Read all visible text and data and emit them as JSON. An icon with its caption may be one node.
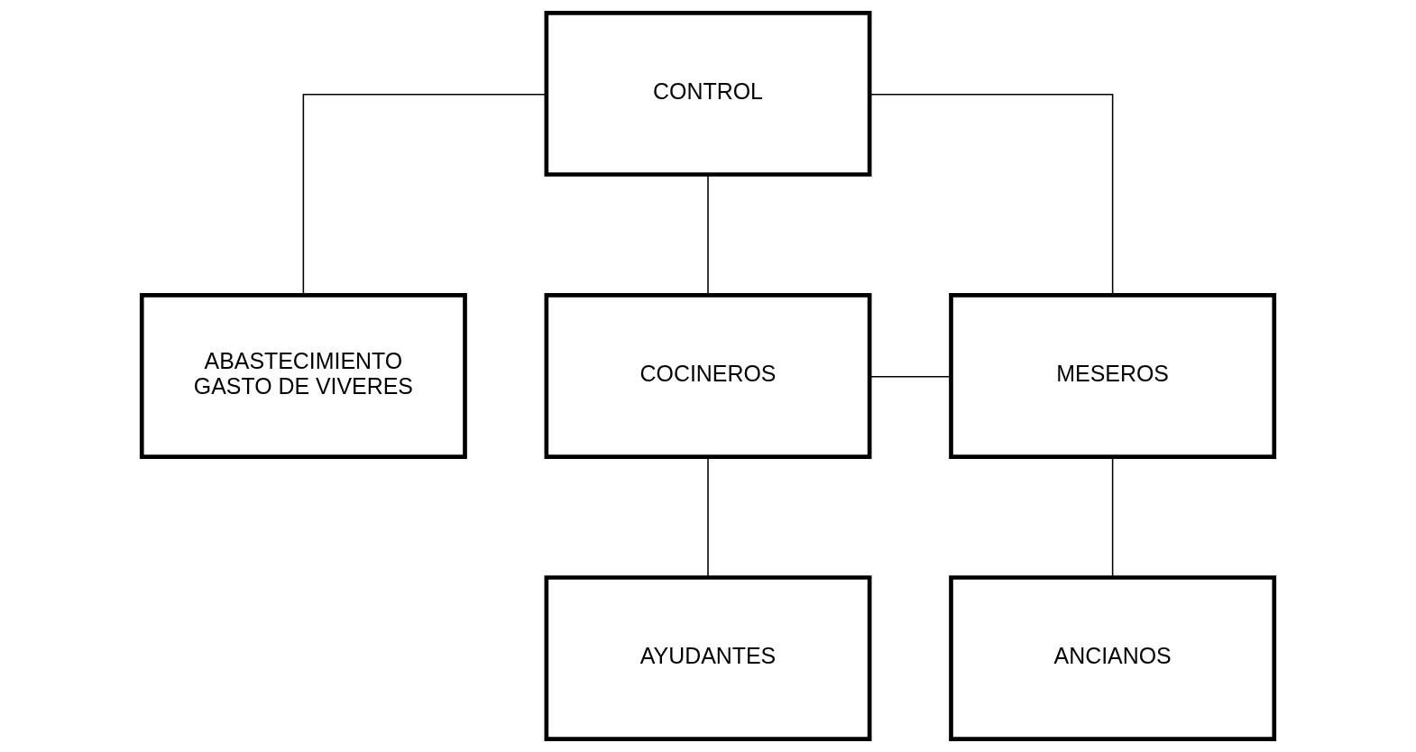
{
  "diagram": {
    "nodes": [
      {
        "text": [
          "CONTROL"
        ]
      },
      {
        "text": [
          "ABASTECIMIENTO GASTO DE VIVERES"
        ]
      },
      {
        "text": [
          "COCINEROS"
        ]
      },
      {
        "text": [
          "MESEROS"
        ]
      },
      {
        "text": [
          "AYUDANTES"
        ]
      },
      {
        "text": [
          "ANCIANOS"
        ]
      }
    ],
    "edges": [
      {
        "from": 0,
        "to": 1,
        "arrow": "none"
      },
      {
        "from": 0,
        "to": 2,
        "arrow": "none"
      },
      {
        "from": 0,
        "to": 3,
        "arrow": "none"
      },
      {
        "from": 2,
        "to": 3,
        "arrow": "none"
      },
      {
        "from": 2,
        "to": 4,
        "arrow": "none"
      },
      {
        "from": 3,
        "to": 5,
        "arrow": "none"
      }
    ]
  }
}
